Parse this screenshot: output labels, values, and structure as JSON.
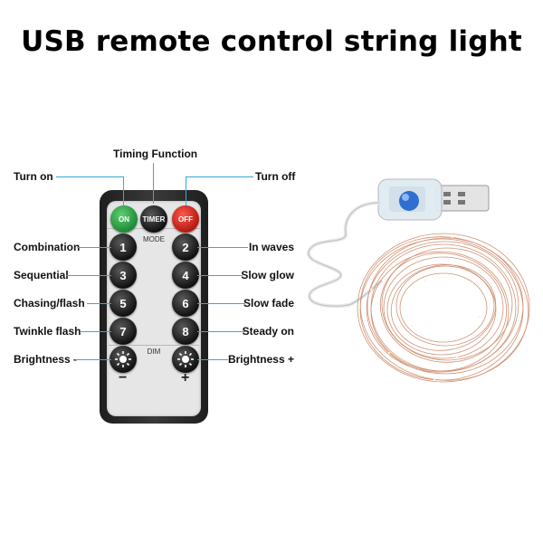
{
  "title": "USB remote control string light",
  "colors": {
    "leader_line": "#3aa7dd",
    "on_button": "#2ea847",
    "off_button": "#d62b20",
    "wire": "#c8805e"
  },
  "remote": {
    "top_buttons": {
      "on": "ON",
      "timer": "TIMER",
      "off": "OFF"
    },
    "mode_caption": "MODE",
    "number_buttons": [
      "1",
      "2",
      "3",
      "4",
      "5",
      "6",
      "7",
      "8"
    ],
    "dim_caption": "DIM",
    "minus": "−",
    "plus": "+",
    "icons": {
      "dim_minus": "sun-icon",
      "dim_plus": "sun-icon"
    }
  },
  "callouts": {
    "timing": "Timing Function",
    "turn_on": "Turn on",
    "turn_off": "Turn off",
    "left": [
      "Combination",
      "Sequential",
      "Chasing/flash",
      "Twinkle flash",
      "Brightness -"
    ],
    "right": [
      "In waves",
      "Slow glow",
      "Slow fade",
      "Steady on",
      "Brightness +"
    ]
  }
}
